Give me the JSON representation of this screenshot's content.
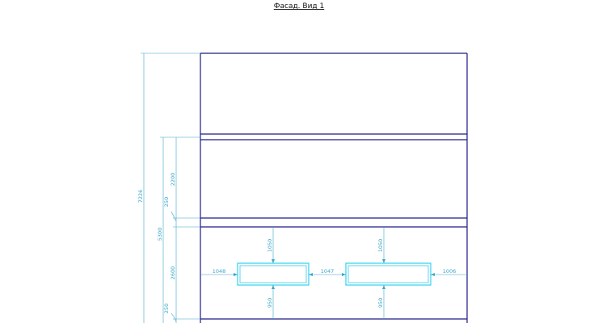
{
  "title": "Фасад. Вид 1",
  "colors": {
    "outline": "#1c1c86",
    "dimension": "#3aa6c8",
    "window": "#2fd0f0"
  },
  "dimensions": {
    "total_height": "7226",
    "middle_height": "5300",
    "upper_band": "2200",
    "slab_upper": "250",
    "lower_band": "2600",
    "slab_lower": "250",
    "window1_above": "1050",
    "window2_above": "1050",
    "window1_below": "950",
    "window2_below": "950",
    "left_gap": "1048",
    "between_windows": "1047",
    "right_gap": "1006"
  }
}
